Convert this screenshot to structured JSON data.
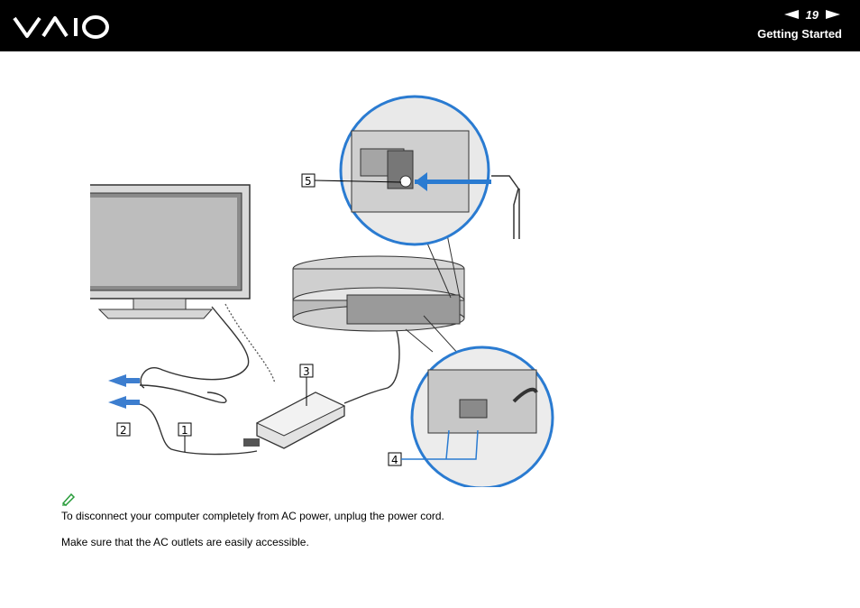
{
  "header": {
    "brand": "VAIO",
    "page_number": "19",
    "section_title": "Getting Started",
    "background_color": "#000000"
  },
  "illustration": {
    "callouts": [
      "1",
      "2",
      "3",
      "4",
      "5"
    ]
  },
  "notes": [
    "To disconnect your computer completely from AC power, unplug the power cord.",
    "Make sure that the AC outlets are easily accessible."
  ]
}
